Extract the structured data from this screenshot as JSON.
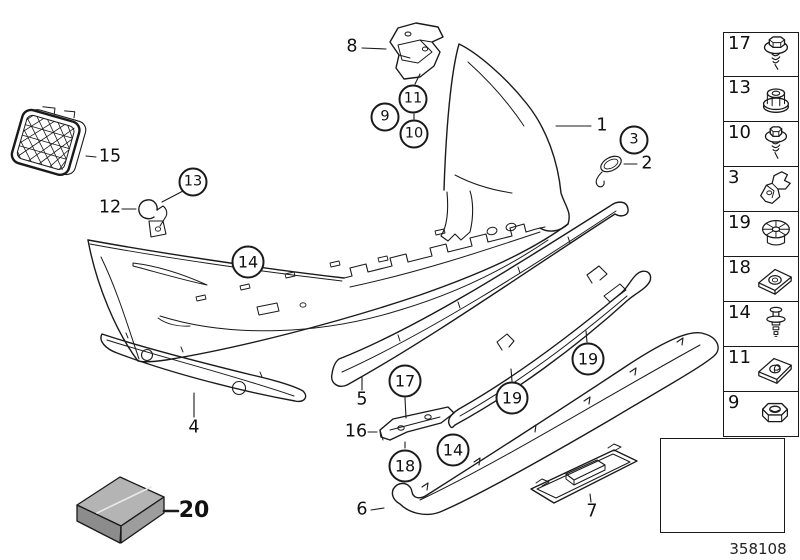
{
  "drawing_number": "358108",
  "colors": {
    "line": "#1a1a1a",
    "kit_box_top": "#b4b4b4",
    "kit_box_front": "#8c8c8c",
    "kit_box_side": "#9d9d9d",
    "car_line": "#9a9a9a"
  },
  "callouts": {
    "circled": [
      {
        "id": "13",
        "label": "13"
      },
      {
        "id": "9",
        "label": "9"
      },
      {
        "id": "11",
        "label": "11"
      },
      {
        "id": "10",
        "label": "10"
      },
      {
        "id": "3",
        "label": "3"
      },
      {
        "id": "14a",
        "label": "14"
      },
      {
        "id": "17",
        "label": "17"
      },
      {
        "id": "19a",
        "label": "19"
      },
      {
        "id": "19b",
        "label": "19"
      },
      {
        "id": "18",
        "label": "18"
      },
      {
        "id": "14b",
        "label": "14"
      }
    ],
    "plain": [
      {
        "id": "8",
        "label": "8"
      },
      {
        "id": "1",
        "label": "1"
      },
      {
        "id": "2",
        "label": "2"
      },
      {
        "id": "15",
        "label": "15"
      },
      {
        "id": "12",
        "label": "12"
      },
      {
        "id": "4",
        "label": "4"
      },
      {
        "id": "5",
        "label": "5"
      },
      {
        "id": "16",
        "label": "16"
      },
      {
        "id": "6",
        "label": "6"
      },
      {
        "id": "7",
        "label": "7"
      },
      {
        "id": "20",
        "label": "20"
      }
    ]
  },
  "legend": {
    "items": [
      {
        "label": "17",
        "icon": "hex-screw-washer-icon"
      },
      {
        "label": "13",
        "icon": "flange-nut-icon"
      },
      {
        "label": "10",
        "icon": "hex-screw-washer-icon"
      },
      {
        "label": "3",
        "icon": "bracket-clip-icon"
      },
      {
        "label": "19",
        "icon": "expanding-nut-icon"
      },
      {
        "label": "18",
        "icon": "speed-nut-icon"
      },
      {
        "label": "14",
        "icon": "expanding-rivet-icon"
      },
      {
        "label": "11",
        "icon": "clamp-nut-icon"
      },
      {
        "label": "9",
        "icon": "hex-nut-icon"
      }
    ]
  }
}
